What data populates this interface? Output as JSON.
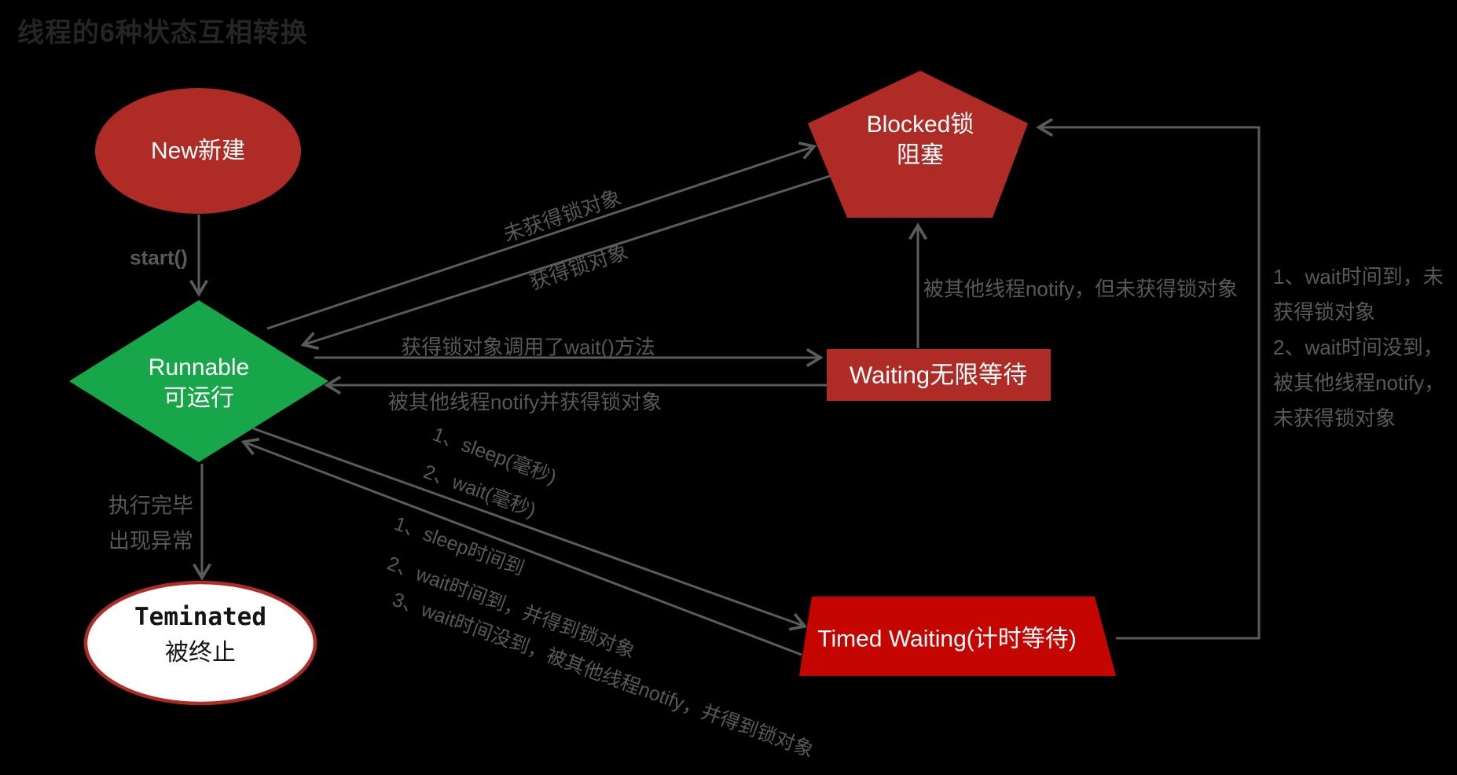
{
  "title": "线程的6种状态互相转换",
  "colors": {
    "background": "#000000",
    "node_dark_red": "#AF2B25",
    "node_bright_red": "#C40500",
    "node_green": "#17A64A",
    "terminated_fill": "#FFFFFF",
    "terminated_border": "#AF2B25",
    "line_gray": "#575D5B",
    "label_gray": "#595959",
    "node_text": "#FFFFFF",
    "title_text": "#252525"
  },
  "nodes": {
    "new": {
      "label": "New新建"
    },
    "runnable": {
      "line1": "Runnable",
      "line2": "可运行"
    },
    "blocked": {
      "line1": "Blocked锁",
      "line2": "阻塞"
    },
    "waiting": {
      "label": "Waiting无限等待"
    },
    "timed_waiting": {
      "label": "Timed Waiting(计时等待)"
    },
    "terminated": {
      "line1": "Teminated",
      "line2": "被终止"
    }
  },
  "edges": {
    "start": "start()",
    "runnable_to_blocked": "未获得锁对象",
    "blocked_to_runnable": "获得锁对象",
    "runnable_to_waiting": "获得锁对象调用了wait()方法",
    "waiting_to_runnable": "被其他线程notify并获得锁对象",
    "waiting_to_blocked": "被其他线程notify，但未获得锁对象",
    "runnable_to_timed_1": "1、sleep(毫秒)",
    "runnable_to_timed_2": "2、wait(毫秒)",
    "timed_to_runnable_1": "1、sleep时间到",
    "timed_to_runnable_2": "2、wait时间到，并得到锁对象",
    "timed_to_runnable_3": "3、wait时间没到，被其他线程notify，并得到锁对象",
    "runnable_to_terminated_1": "执行完毕",
    "runnable_to_terminated_2": "出现异常",
    "timed_to_blocked": [
      "1、wait时间到，未",
      "获得锁对象",
      "2、wait时间没到，",
      "被其他线程notify，",
      "未获得锁对象"
    ]
  }
}
